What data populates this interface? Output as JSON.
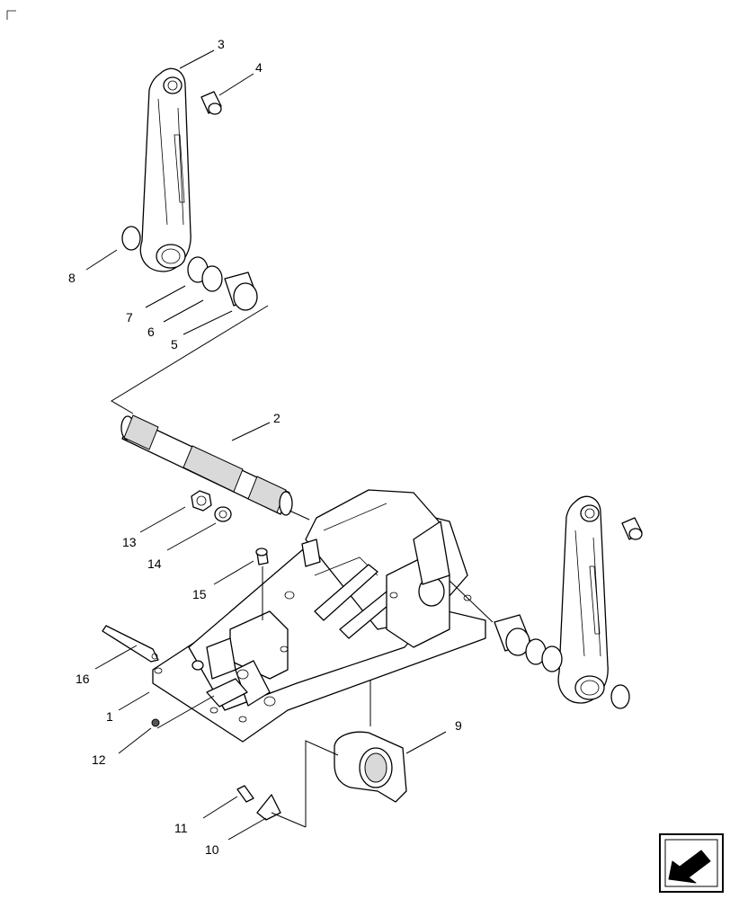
{
  "diagram": {
    "callouts": [
      {
        "id": "callout-1",
        "text": "1"
      },
      {
        "id": "callout-2",
        "text": "2"
      },
      {
        "id": "callout-3",
        "text": "3"
      },
      {
        "id": "callout-4",
        "text": "4"
      },
      {
        "id": "callout-5",
        "text": "5"
      },
      {
        "id": "callout-6",
        "text": "6"
      },
      {
        "id": "callout-7",
        "text": "7"
      },
      {
        "id": "callout-8",
        "text": "8"
      },
      {
        "id": "callout-9",
        "text": "9"
      },
      {
        "id": "callout-10",
        "text": "10"
      },
      {
        "id": "callout-11",
        "text": "11"
      },
      {
        "id": "callout-12",
        "text": "12"
      },
      {
        "id": "callout-13",
        "text": "13"
      },
      {
        "id": "callout-14",
        "text": "14"
      },
      {
        "id": "callout-15",
        "text": "15"
      },
      {
        "id": "callout-16",
        "text": "16"
      }
    ],
    "nav_icon": "arrow-left-down-icon"
  }
}
